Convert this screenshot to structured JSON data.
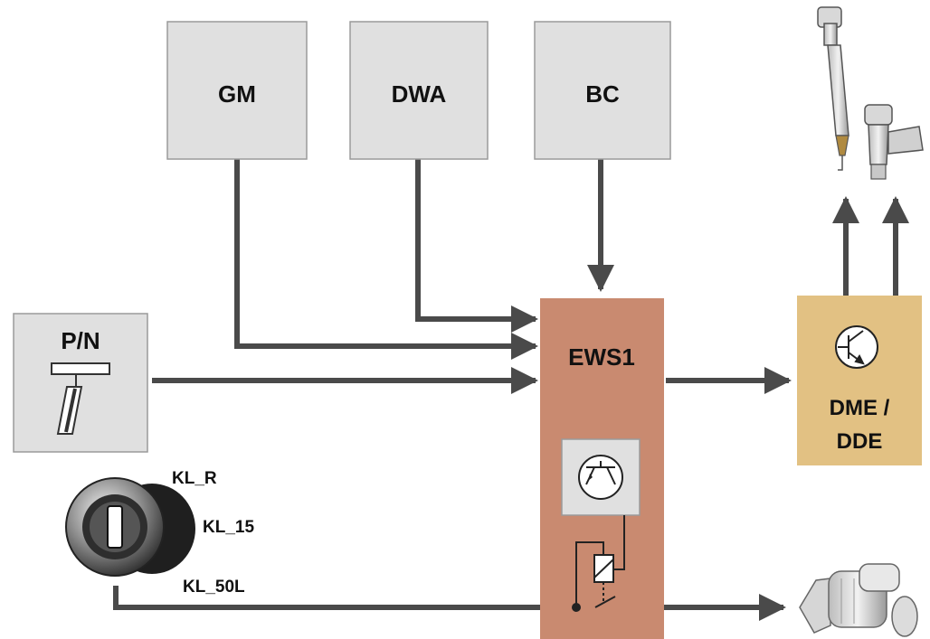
{
  "modules": {
    "gm": {
      "label": "GM"
    },
    "dwa": {
      "label": "DWA"
    },
    "bc": {
      "label": "BC"
    },
    "pn": {
      "label": "P/N"
    },
    "ews": {
      "label": "EWS1"
    },
    "dme": {
      "line1": "DME /",
      "line2": "DDE"
    }
  },
  "ignition": {
    "kl_r": "KL_R",
    "kl_15": "KL_15",
    "kl_50l": "KL_50L"
  },
  "icons": {
    "injector_1": "fuel-injector-icon",
    "injector_2": "fuel-injector-icon",
    "starter": "starter-motor-icon",
    "ignition_lock": "ignition-lock-icon",
    "selector_switch": "selector-switch-icon",
    "transistor_ews": "transistor-icon",
    "transistor_dme": "transistor-icon",
    "relay": "relay-icon"
  },
  "colors": {
    "module_fill": "#e0e0e0",
    "ews_fill": "#c98a70",
    "dme_fill": "#e2c183",
    "line": "#4a4a4a"
  }
}
